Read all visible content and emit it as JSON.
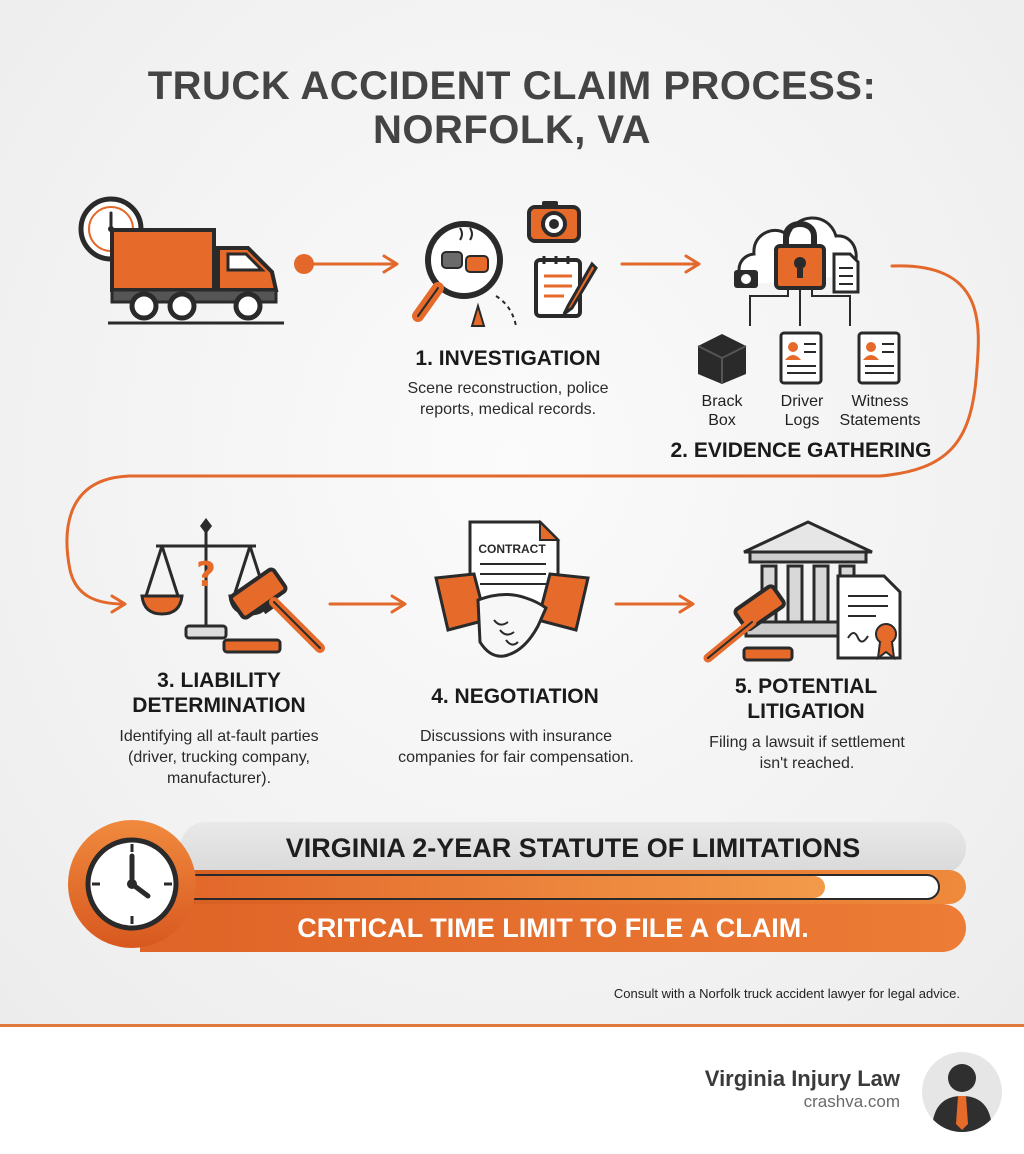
{
  "title": {
    "line1": "TRUCK ACCIDENT CLAIM PROCESS:",
    "line2": "NORFOLK, VA"
  },
  "steps": [
    {
      "title": "1. INVESTIGATION",
      "description": "Scene reconstruction, police reports, medical records."
    },
    {
      "title": "2. EVIDENCE GATHERING",
      "items": [
        {
          "line1": "Brack",
          "line2": "Box"
        },
        {
          "line1": "Driver",
          "line2": "Logs"
        },
        {
          "line1": "Witness",
          "line2": "Statements"
        }
      ]
    },
    {
      "title_line1": "3. LIABILITY",
      "title_line2": "DETERMINATION",
      "description": "Identifying all at-fault parties (driver, trucking company, manufacturer)."
    },
    {
      "title": "4. NEGOTIATION",
      "contract_label": "CONTRACT",
      "description": "Discussions with insurance companies for fair compensation."
    },
    {
      "title_line1": "5. POTENTIAL",
      "title_line2": "LITIGATION",
      "description": "Filing a lawsuit if settlement isn't reached."
    }
  ],
  "banner": {
    "heading": "VIRGINIA 2-YEAR STATUTE OF LIMITATIONS",
    "subheading": "CRITICAL TIME LIMIT TO FILE A CLAIM.",
    "progress_fraction": 0.85
  },
  "disclaimer": "Consult with a Norfolk truck accident lawyer for legal advice.",
  "footer": {
    "brand": "Virginia Injury Law",
    "url": "crashva.com"
  },
  "colors": {
    "accent": "#e2692b",
    "dark": "#2a2a2a",
    "title": "#444444"
  },
  "icons": [
    "clock-icon",
    "truck-icon",
    "magnifier-icon",
    "camera-icon",
    "notepad-icon",
    "cloud-lock-icon",
    "black-box-icon",
    "driver-log-icon",
    "witness-statement-icon",
    "scales-icon",
    "gavel-icon",
    "handshake-icon",
    "contract-icon",
    "courthouse-icon",
    "certificate-icon",
    "avatar-icon"
  ]
}
